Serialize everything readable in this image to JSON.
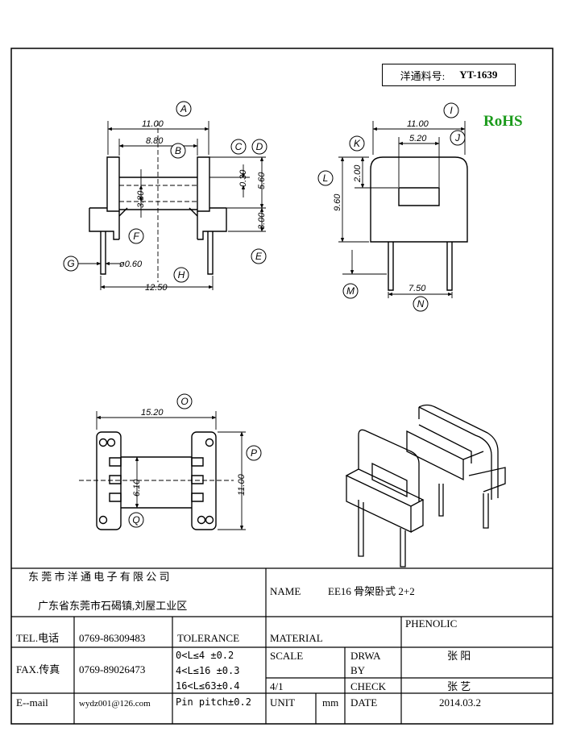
{
  "part_number": {
    "label": "洋通料号:",
    "value": "YT-1639"
  },
  "rohs": "RoHS",
  "dims": {
    "A": "11.00",
    "B": "8.80",
    "C": "0.30",
    "D": "5.60",
    "E": "3.00",
    "F": "3.80",
    "G": "ø0.60",
    "H": "12.50",
    "I": "11.00",
    "J": "5.20",
    "K": "2.00",
    "L": "9.60",
    "N": "7.50",
    "O": "15.20",
    "P": "11.00",
    "Q": "6.10"
  },
  "callouts": [
    "A",
    "B",
    "C",
    "D",
    "E",
    "F",
    "G",
    "H",
    "I",
    "J",
    "K",
    "L",
    "M",
    "N",
    "O",
    "P",
    "Q"
  ],
  "title_block": {
    "company": "东 莞 市 洋 通 电 子 有 限 公 司",
    "address": "广东省东莞市石碣镇,刘屋工业区",
    "name_label": "NAME",
    "name_value": "EE16 骨架卧式 2+2",
    "tel_label": "TEL.电话",
    "tel_value": "0769-86309483",
    "fax_label": "FAX.传真",
    "fax_value": "0769-89026473",
    "email_label": "E--mail",
    "email_value": "wydz001@126.com",
    "tolerance_label": "TOLERANCE",
    "tol_1": "0<L≤4   ±0.2",
    "tol_2": "4<L≤16  ±0.3",
    "tol_3": "16<L≤63±0.4",
    "tol_4": "Pin pitch±0.2",
    "material_label": "MATERIAL",
    "material_value": "PHENOLIC",
    "scale_label": "SCALE",
    "scale_value": "4/1",
    "drawn_label_1": "DRWA",
    "drawn_label_2": "BY",
    "drawn_value": "张 阳",
    "check_label": "CHECK",
    "check_value": "张 艺",
    "unit_label": "UNIT",
    "unit_value": "mm",
    "date_label": "DATE",
    "date_value": "2014.03.2"
  }
}
